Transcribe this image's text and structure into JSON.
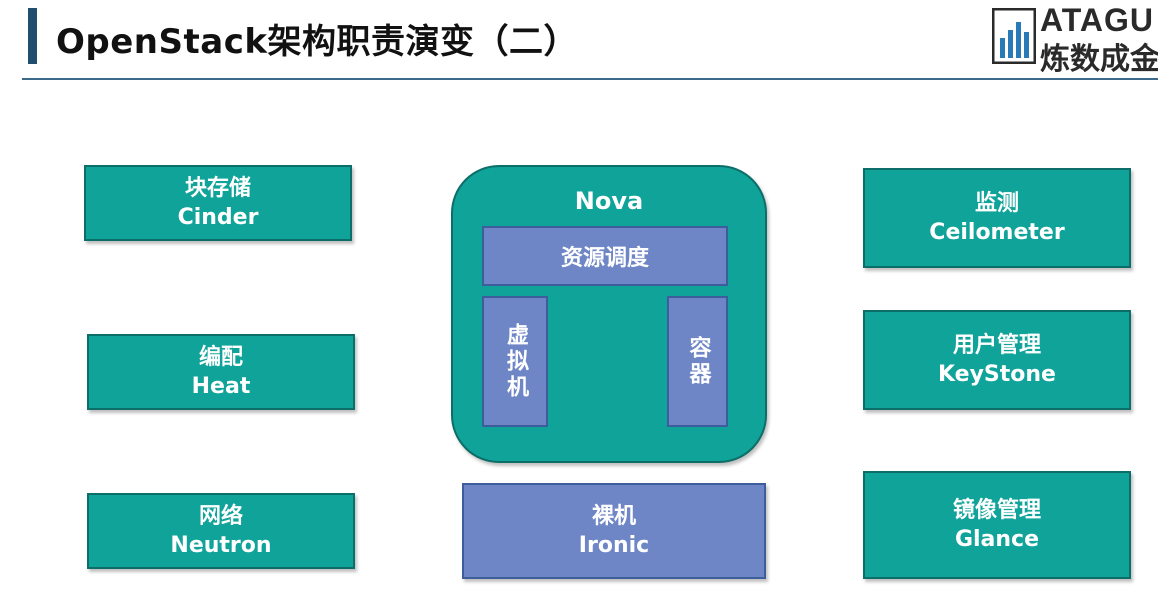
{
  "header": {
    "title": "OpenStack架构职责演变（二）",
    "logo_line1": "ATAGU",
    "logo_line2": "炼数成金"
  },
  "left_column": [
    {
      "cn": "块存储",
      "en": "Cinder"
    },
    {
      "cn": "编配",
      "en": "Heat"
    },
    {
      "cn": "网络",
      "en": "Neutron"
    }
  ],
  "nova": {
    "title": "Nova",
    "scheduler": "资源调度",
    "vm": "虚拟机",
    "container": "容器"
  },
  "bare_metal": {
    "cn": "裸机",
    "en": "Ironic"
  },
  "right_column": [
    {
      "cn": "监测",
      "en": "Ceilometer"
    },
    {
      "cn": "用户管理",
      "en": "KeyStone"
    },
    {
      "cn": "镜像管理",
      "en": "Glance"
    }
  ],
  "colors": {
    "teal": "#10a39a",
    "purple": "#6f86c6",
    "title_accent": "#1f4e6e"
  }
}
